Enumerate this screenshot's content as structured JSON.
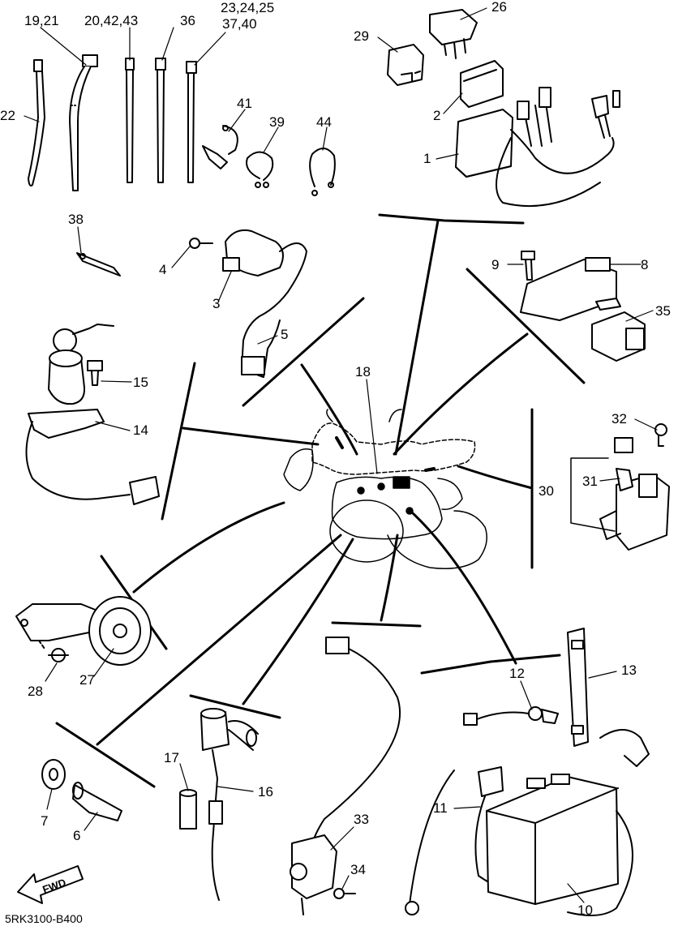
{
  "diagram_code": "5RK3100-B400",
  "direction_arrow": "FWD",
  "part_callouts": [
    {
      "id": "c19",
      "label": "19,21"
    },
    {
      "id": "c20",
      "label": "20,42,43"
    },
    {
      "id": "c36",
      "label": "36"
    },
    {
      "id": "c23a",
      "label": "23,24,25"
    },
    {
      "id": "c23b",
      "label": "37,40"
    },
    {
      "id": "c26",
      "label": "26"
    },
    {
      "id": "c29",
      "label": "29"
    },
    {
      "id": "c2",
      "label": "2"
    },
    {
      "id": "c1",
      "label": "1"
    },
    {
      "id": "c22",
      "label": "22"
    },
    {
      "id": "c41",
      "label": "41"
    },
    {
      "id": "c39",
      "label": "39"
    },
    {
      "id": "c44",
      "label": "44"
    },
    {
      "id": "c38",
      "label": "38"
    },
    {
      "id": "c4",
      "label": "4"
    },
    {
      "id": "c3",
      "label": "3"
    },
    {
      "id": "c5",
      "label": "5"
    },
    {
      "id": "c9",
      "label": "9"
    },
    {
      "id": "c8",
      "label": "8"
    },
    {
      "id": "c35",
      "label": "35"
    },
    {
      "id": "c15",
      "label": "15"
    },
    {
      "id": "c14",
      "label": "14"
    },
    {
      "id": "c18",
      "label": "18"
    },
    {
      "id": "c32",
      "label": "32"
    },
    {
      "id": "c30",
      "label": "30"
    },
    {
      "id": "c31",
      "label": "31"
    },
    {
      "id": "c28",
      "label": "28"
    },
    {
      "id": "c27",
      "label": "27"
    },
    {
      "id": "c12",
      "label": "12"
    },
    {
      "id": "c13",
      "label": "13"
    },
    {
      "id": "c17",
      "label": "17"
    },
    {
      "id": "c16",
      "label": "16"
    },
    {
      "id": "c7",
      "label": "7"
    },
    {
      "id": "c6",
      "label": "6"
    },
    {
      "id": "c11",
      "label": "11"
    },
    {
      "id": "c33",
      "label": "33"
    },
    {
      "id": "c34",
      "label": "34"
    },
    {
      "id": "c10",
      "label": "10"
    }
  ]
}
